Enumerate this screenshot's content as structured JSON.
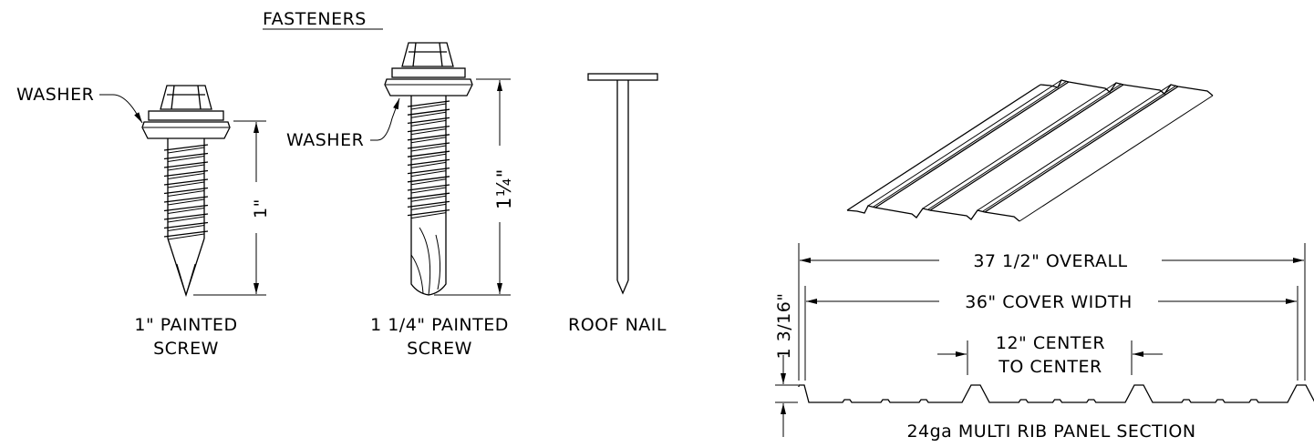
{
  "title": "FASTENERS",
  "fasteners": {
    "screw1": {
      "washer_label": "WASHER",
      "dim_label": "1\"",
      "caption_line1": "1\" PAINTED",
      "caption_line2": "SCREW"
    },
    "screw2": {
      "washer_label": "WASHER",
      "dim_label": "1¼\"",
      "caption_line1": "1 1/4\" PAINTED",
      "caption_line2": "SCREW"
    },
    "nail": {
      "caption": "ROOF NAIL"
    }
  },
  "panel": {
    "overall_label": "37 1/2\" OVERALL",
    "cover_label": "36\" COVER WIDTH",
    "center_line1": "12\" CENTER",
    "center_line2": "TO CENTER",
    "rib_height_label": "1 3/16\"",
    "section_label": "24ga  MULTI RIB PANEL SECTION"
  },
  "colors": {
    "ink": "#000000",
    "paper": "#ffffff"
  }
}
